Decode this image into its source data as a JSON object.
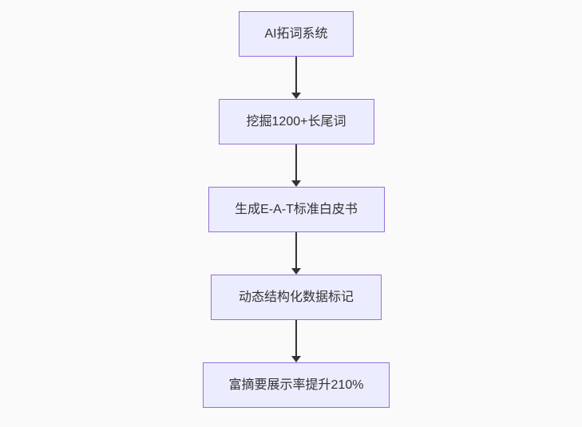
{
  "diagram": {
    "type": "flowchart",
    "direction": "top-down",
    "nodes": [
      {
        "id": "A",
        "label": "AI拓词系统"
      },
      {
        "id": "B",
        "label": "挖掘1200+长尾词"
      },
      {
        "id": "C",
        "label": "生成E-A-T标准白皮书"
      },
      {
        "id": "D",
        "label": "动态结构化数据标记"
      },
      {
        "id": "E",
        "label": "富摘要展示率提升210%"
      }
    ],
    "edges": [
      {
        "from": "A",
        "to": "B",
        "style": "arrow"
      },
      {
        "from": "B",
        "to": "C",
        "style": "arrow"
      },
      {
        "from": "C",
        "to": "D",
        "style": "arrow"
      },
      {
        "from": "D",
        "to": "E",
        "style": "arrow"
      }
    ],
    "colors": {
      "background": "#fafafa",
      "node_fill": "#ECECFF",
      "node_border": "#9370DB",
      "text": "#333333",
      "arrow": "#333333"
    }
  }
}
